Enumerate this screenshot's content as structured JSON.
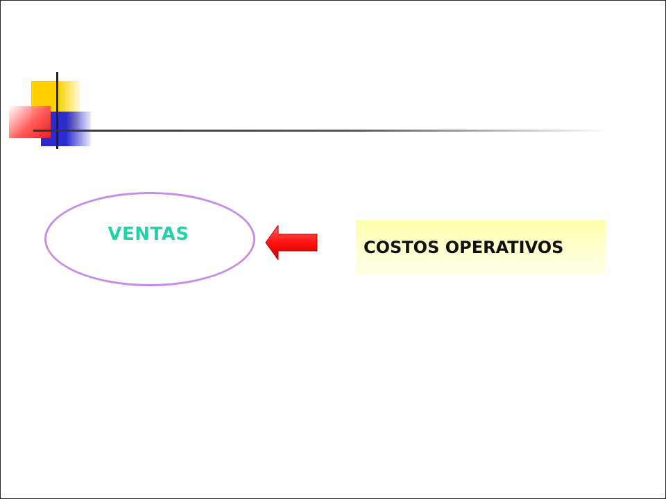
{
  "diagram": {
    "left_node": {
      "label": "VENTAS",
      "shape": "ellipse",
      "border_color": "#c58ce8",
      "text_color": "#1fd3a8"
    },
    "right_node": {
      "label": "COSTOS OPERATIVOS",
      "shape": "rectangle",
      "fill_color": "#ffffb0",
      "text_color": "#111111"
    },
    "connector": {
      "icon": "arrow-left-icon",
      "color": "#ff1a1a",
      "direction": "right-to-left"
    }
  },
  "decoration": {
    "colors": [
      "#ffd000",
      "#2b2bd0",
      "#ff3a3a"
    ]
  }
}
